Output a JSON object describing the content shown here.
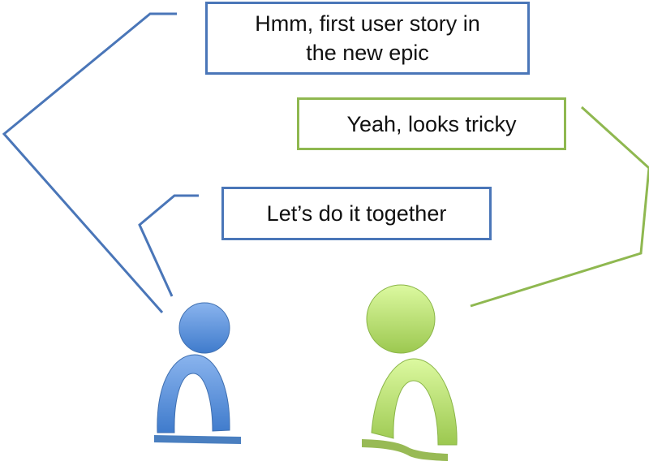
{
  "bubbles": {
    "first": {
      "line1": "Hmm, first user story in",
      "line2": "the new epic",
      "speaker": "blue"
    },
    "second": {
      "text": "Yeah, looks tricky",
      "speaker": "green"
    },
    "third": {
      "text": "Let’s do it together",
      "speaker": "blue"
    }
  },
  "colors": {
    "blue": "#4a76b8",
    "green": "#8fb850"
  }
}
